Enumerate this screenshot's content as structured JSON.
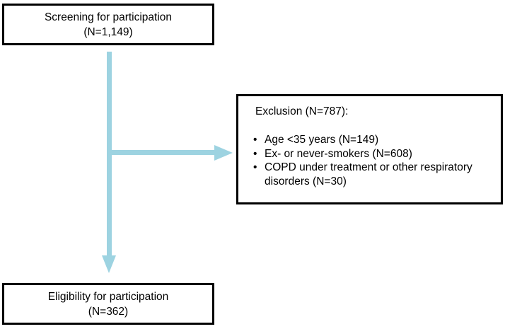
{
  "diagram": {
    "type": "flowchart",
    "title": "Study participant screening flow",
    "accent_color": "#9dd3e1",
    "border_color": "#000000",
    "background_color": "#ffffff"
  },
  "boxes": {
    "screening": {
      "line1": "Screening for participation",
      "line2": "(N=1,149)"
    },
    "eligibility": {
      "line1": "Eligibility for participation",
      "line2": "(N=362)"
    },
    "exclusion": {
      "title": "Exclusion (N=787):",
      "bullet_glyph": "•",
      "items": [
        "Age <35 years (N=149)",
        "Ex- or never-smokers (N=608)",
        "COPD under treatment or other respiratory disorders (N=30)"
      ]
    }
  },
  "connectors": {
    "vertical_arrow": "down-arrow",
    "horizontal_arrow": "right-arrow"
  }
}
